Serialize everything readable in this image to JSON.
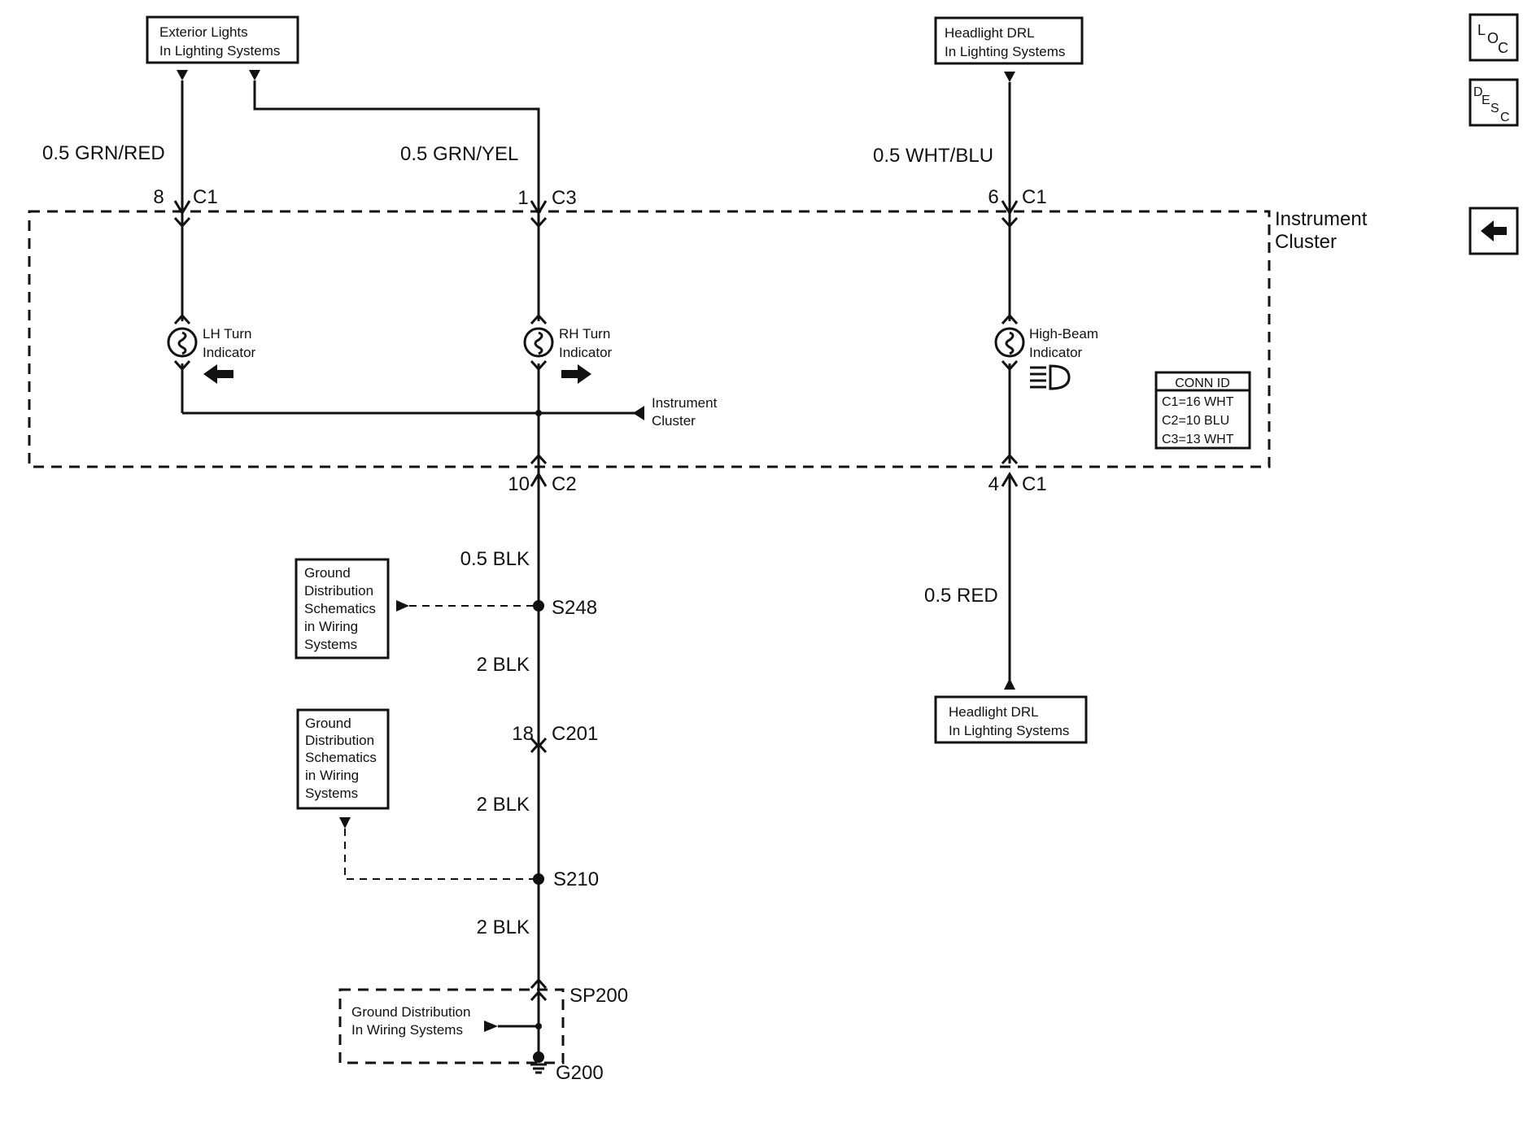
{
  "refs": {
    "exterior_lights": [
      "Exterior Lights",
      "In Lighting Systems"
    ],
    "headlight_drl_top": [
      "Headlight DRL",
      "In Lighting Systems"
    ],
    "headlight_drl_bottom": [
      "Headlight DRL",
      "In Lighting Systems"
    ],
    "ground_schematics_1": [
      "Ground",
      "Distribution",
      "Schematics",
      "in Wiring",
      "Systems"
    ],
    "ground_schematics_2": [
      "Ground",
      "Distribution",
      "Schematics",
      "in Wiring",
      "Systems"
    ],
    "ground_distribution": [
      "Ground Distribution",
      "In Wiring Systems"
    ]
  },
  "wires": {
    "lh": "0.5 GRN/RED",
    "rh": "0.5 GRN/YEL",
    "hb": "0.5 WHT/BLU",
    "blk_c2": "0.5 BLK",
    "blk_s248": "2 BLK",
    "blk_c201": "2 BLK",
    "blk_s210": "2 BLK",
    "red": "0.5 RED"
  },
  "pins": {
    "lh_pin": "8",
    "lh_conn": "C1",
    "rh_pin": "1",
    "rh_conn": "C3",
    "hb_pin": "6",
    "hb_conn": "C1",
    "gnd_pin": "10",
    "gnd_conn": "C2",
    "red_pin": "4",
    "red_conn": "C1",
    "c201_pin": "18",
    "c201_conn": "C201"
  },
  "components": {
    "cluster": [
      "Instrument",
      "Cluster"
    ],
    "lh_indicator": [
      "LH Turn",
      "Indicator"
    ],
    "rh_indicator": [
      "RH Turn",
      "Indicator"
    ],
    "hb_indicator": [
      "High-Beam",
      "Indicator"
    ],
    "cluster_internal": [
      "Instrument",
      "Cluster"
    ]
  },
  "conn_id": {
    "title": "CONN ID",
    "rows": [
      "C1=16 WHT",
      "C2=10 BLU",
      "C3=13 WHT"
    ]
  },
  "splices": {
    "s248": "S248",
    "s210": "S210",
    "sp200": "SP200",
    "g200": "G200"
  },
  "nav": {
    "loc": [
      "L",
      "O",
      "C"
    ],
    "desc": [
      "D",
      "E",
      "S",
      "C"
    ],
    "back_icon": "left-arrow-icon"
  }
}
